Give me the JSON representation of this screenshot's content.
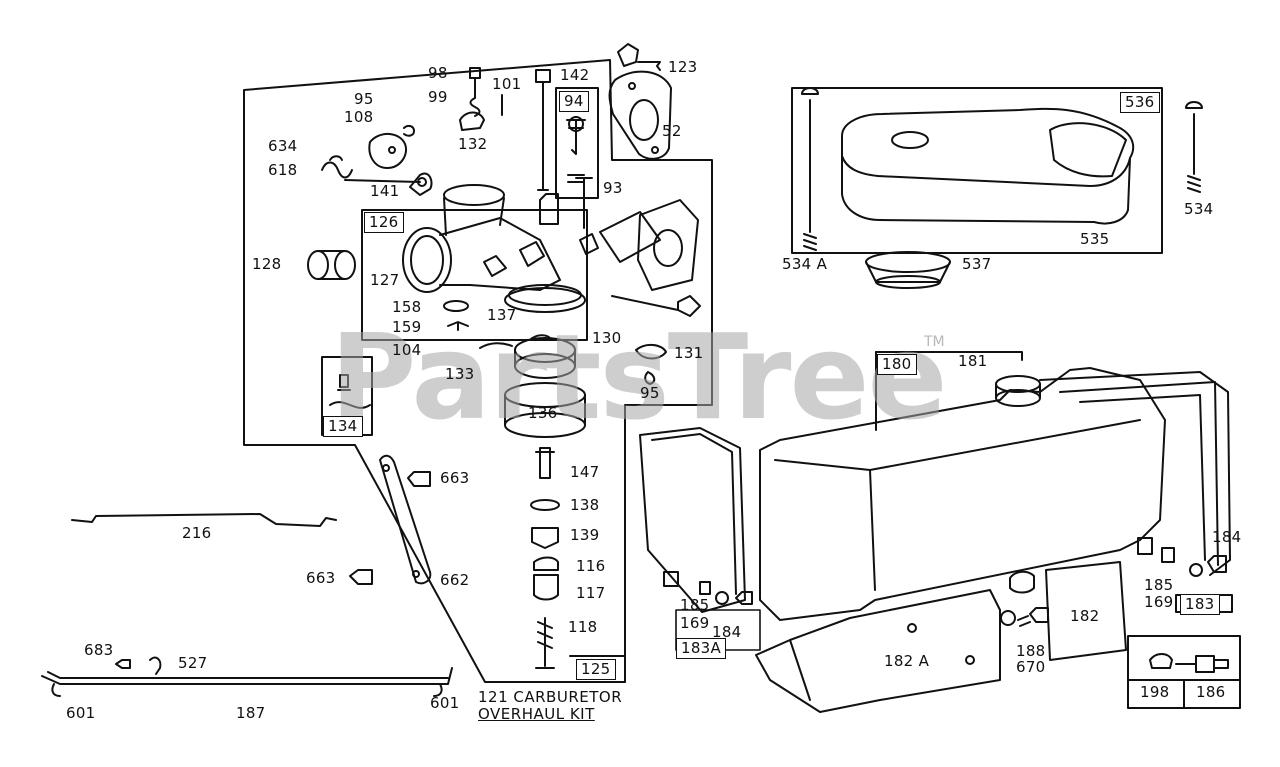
{
  "watermark": {
    "text": "PartsTree",
    "trademark": "TM",
    "color": "#a5a5a5"
  },
  "kit_caption": {
    "line1": "121 CARBURETOR",
    "line2": "OVERHAUL KIT"
  },
  "labels": [
    {
      "id": "98",
      "text": "98"
    },
    {
      "id": "142",
      "text": "142"
    },
    {
      "id": "123",
      "text": "123"
    },
    {
      "id": "95a",
      "text": "95"
    },
    {
      "id": "99",
      "text": "99"
    },
    {
      "id": "101",
      "text": "101"
    },
    {
      "id": "94",
      "text": "94"
    },
    {
      "id": "108",
      "text": "108"
    },
    {
      "id": "52",
      "text": "52"
    },
    {
      "id": "132",
      "text": "132"
    },
    {
      "id": "634",
      "text": "634"
    },
    {
      "id": "618",
      "text": "618"
    },
    {
      "id": "141",
      "text": "141"
    },
    {
      "id": "93",
      "text": "93"
    },
    {
      "id": "126",
      "text": "126"
    },
    {
      "id": "128",
      "text": "128"
    },
    {
      "id": "127",
      "text": "127"
    },
    {
      "id": "158",
      "text": "158"
    },
    {
      "id": "159",
      "text": "159"
    },
    {
      "id": "137",
      "text": "137"
    },
    {
      "id": "130",
      "text": "130"
    },
    {
      "id": "131",
      "text": "131"
    },
    {
      "id": "104",
      "text": "104"
    },
    {
      "id": "133",
      "text": "133"
    },
    {
      "id": "95b",
      "text": "95"
    },
    {
      "id": "134",
      "text": "134"
    },
    {
      "id": "136",
      "text": "136"
    },
    {
      "id": "147",
      "text": "147"
    },
    {
      "id": "138",
      "text": "138"
    },
    {
      "id": "139",
      "text": "139"
    },
    {
      "id": "116",
      "text": "116"
    },
    {
      "id": "117",
      "text": "117"
    },
    {
      "id": "118",
      "text": "118"
    },
    {
      "id": "125",
      "text": "125"
    },
    {
      "id": "663a",
      "text": "663"
    },
    {
      "id": "663b",
      "text": "663"
    },
    {
      "id": "662",
      "text": "662"
    },
    {
      "id": "216",
      "text": "216"
    },
    {
      "id": "683",
      "text": "683"
    },
    {
      "id": "527",
      "text": "527"
    },
    {
      "id": "601a",
      "text": "601"
    },
    {
      "id": "601b",
      "text": "601"
    },
    {
      "id": "187",
      "text": "187"
    },
    {
      "id": "536",
      "text": "536"
    },
    {
      "id": "534",
      "text": "534"
    },
    {
      "id": "535",
      "text": "535"
    },
    {
      "id": "534A",
      "text": "534 A"
    },
    {
      "id": "537",
      "text": "537"
    },
    {
      "id": "180",
      "text": "180"
    },
    {
      "id": "181",
      "text": "181"
    },
    {
      "id": "185a",
      "text": "185"
    },
    {
      "id": "169a",
      "text": "169"
    },
    {
      "id": "184a",
      "text": "184"
    },
    {
      "id": "183A",
      "text": "183A"
    },
    {
      "id": "182A",
      "text": "182 A"
    },
    {
      "id": "188",
      "text": "188"
    },
    {
      "id": "670",
      "text": "670"
    },
    {
      "id": "182",
      "text": "182"
    },
    {
      "id": "184b",
      "text": "184"
    },
    {
      "id": "185b",
      "text": "185"
    },
    {
      "id": "169b",
      "text": "169"
    },
    {
      "id": "183",
      "text": "183"
    },
    {
      "id": "198",
      "text": "198"
    },
    {
      "id": "186",
      "text": "186"
    }
  ]
}
